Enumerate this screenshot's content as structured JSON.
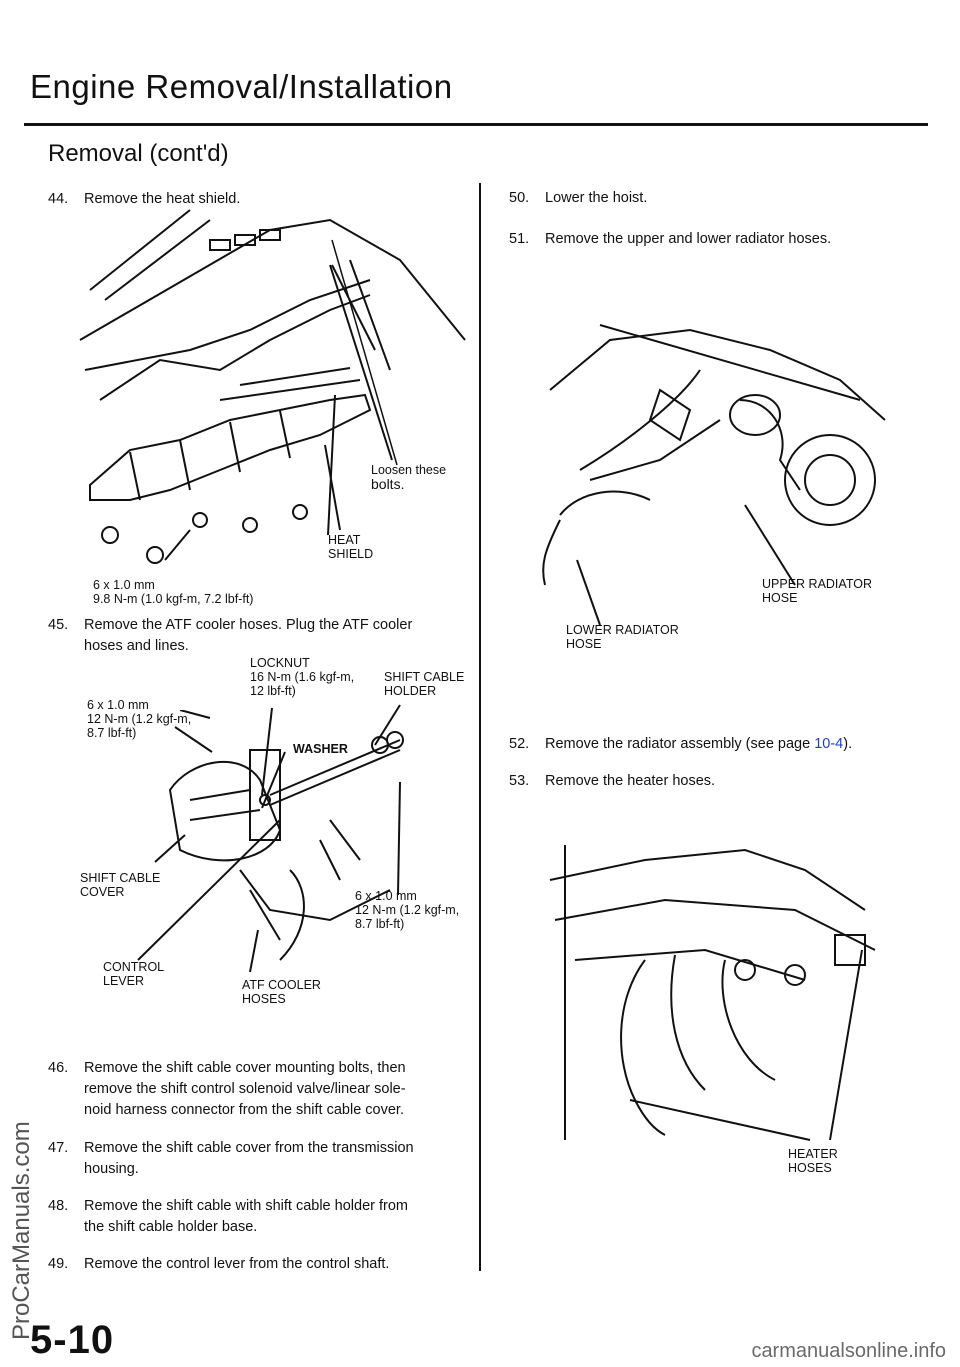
{
  "header": {
    "title": "Engine Removal/Installation",
    "subtitle": "Removal (cont'd)"
  },
  "steps": {
    "s44": {
      "num": "44.",
      "text": "Remove the heat shield."
    },
    "s45": {
      "num": "45.",
      "text1": "Remove the ATF cooler hoses. Plug the ATF cooler",
      "text2": "hoses and lines."
    },
    "s46": {
      "num": "46.",
      "text1": "Remove the shift cable cover mounting bolts, then",
      "text2": "remove the shift control solenoid valve/linear sole-",
      "text3": "noid harness connector from the shift cable cover."
    },
    "s47": {
      "num": "47.",
      "text1": "Remove the shift cable cover from the transmission",
      "text2": "housing."
    },
    "s48": {
      "num": "48.",
      "text1": "Remove the shift cable with shift cable holder from",
      "text2": "the shift cable holder base."
    },
    "s49": {
      "num": "49.",
      "text": "Remove the control lever from the control shaft."
    },
    "s50": {
      "num": "50.",
      "text": "Lower the hoist."
    },
    "s51": {
      "num": "51.",
      "text": "Remove the upper and lower radiator hoses."
    },
    "s52": {
      "num": "52.",
      "text_before": "Remove the radiator assembly (see page ",
      "link": "10-4",
      "text_after": ")."
    },
    "s53": {
      "num": "53.",
      "text": "Remove the heater hoses."
    }
  },
  "labels": {
    "loosen_1": "Loosen these",
    "loosen_2": "bolts.",
    "heat_1": "HEAT",
    "heat_2": "SHIELD",
    "bolt44_1": "6 x 1.0 mm",
    "bolt44_2": "9.8 N-m (1.0 kgf-m, 7.2 lbf-ft)",
    "locknut_1": "LOCKNUT",
    "locknut_2": "16 N-m (1.6 kgf-m,",
    "locknut_3": "12 lbf-ft)",
    "holder_1": "SHIFT CABLE",
    "holder_2": "HOLDER",
    "boltA_1": "6 x 1.0 mm",
    "boltA_2": "12 N-m (1.2 kgf-m,",
    "boltA_3": "8.7 lbf-ft)",
    "washer": "WASHER",
    "cover_1": "SHIFT CABLE",
    "cover_2": "COVER",
    "boltB_1": "6 x 1.0 mm",
    "boltB_2": "12 N-m (1.2 kgf-m,",
    "boltB_3": "8.7 lbf-ft)",
    "lever_1": "CONTROL",
    "lever_2": "LEVER",
    "atf_1": "ATF COOLER",
    "atf_2": "HOSES",
    "upper_1": "UPPER RADIATOR",
    "upper_2": "HOSE",
    "lower_1": "LOWER RADIATOR",
    "lower_2": "HOSE",
    "heater_1": "HEATER",
    "heater_2": "HOSES"
  },
  "footer": {
    "page_number": "5-10",
    "watermark_side": "ProCarManuals.com",
    "watermark_bottom": "carmanualsonline.info"
  },
  "colors": {
    "link": "#1f3fbf"
  }
}
